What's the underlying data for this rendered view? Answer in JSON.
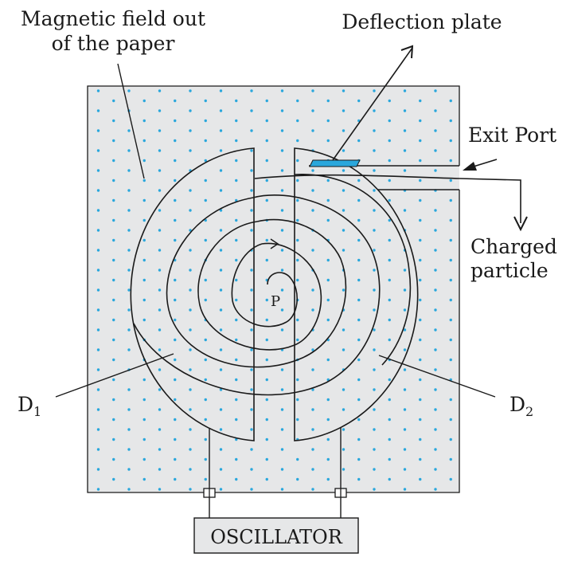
{
  "labels": {
    "magnetic_line1": "Magnetic field out",
    "magnetic_line2": "of the paper",
    "deflection": "Deflection plate",
    "exit_port": "Exit Port",
    "charged_line1": "Charged",
    "charged_line2": "particle",
    "point_p": "P",
    "d1_letter": "D",
    "d1_sub": "1",
    "d2_letter": "D",
    "d2_sub": "2",
    "oscillator": "OSCILLATOR"
  },
  "colors": {
    "field_background": "#e6e7e8",
    "field_dots": "#2aa7dc",
    "deflection_plate": "#2aa7dc",
    "lines": "#1a1a1a",
    "oscillator_box": "#e6e7e8"
  }
}
